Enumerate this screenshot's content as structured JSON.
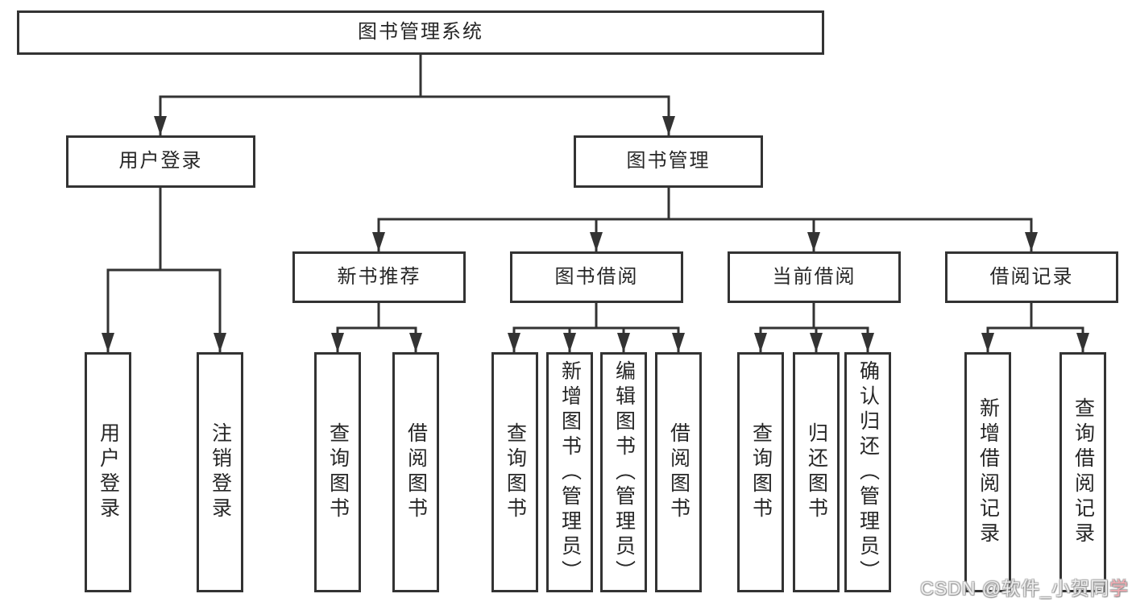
{
  "diagram": {
    "root": "图书管理系统",
    "level2": {
      "user_login": "用户登录",
      "book_mgmt": "图书管理"
    },
    "level3": {
      "new_books": "新书推荐",
      "borrowing": "图书借阅",
      "current": "当前借阅",
      "records": "借阅记录"
    },
    "leaves": {
      "login": "用户登录",
      "logout": "注销登录",
      "nb_query": "查询图书",
      "nb_borrow": "借阅图书",
      "bw_query": "查询图书",
      "bw_add": "新增图书（管理员）",
      "bw_edit": "编辑图书（管理员）",
      "bw_borrow": "借阅图书",
      "cur_query": "查询图书",
      "cur_return": "归还图书",
      "cur_confirm": "确认归还（管理员）",
      "rec_add": "新增借阅记录",
      "rec_query": "查询借阅记录"
    }
  },
  "watermark": {
    "main": "CSDN @软件_小贺同",
    "tail": "学"
  },
  "colors": {
    "line": "#333333",
    "text": "#262626",
    "background": "#ffffff"
  }
}
